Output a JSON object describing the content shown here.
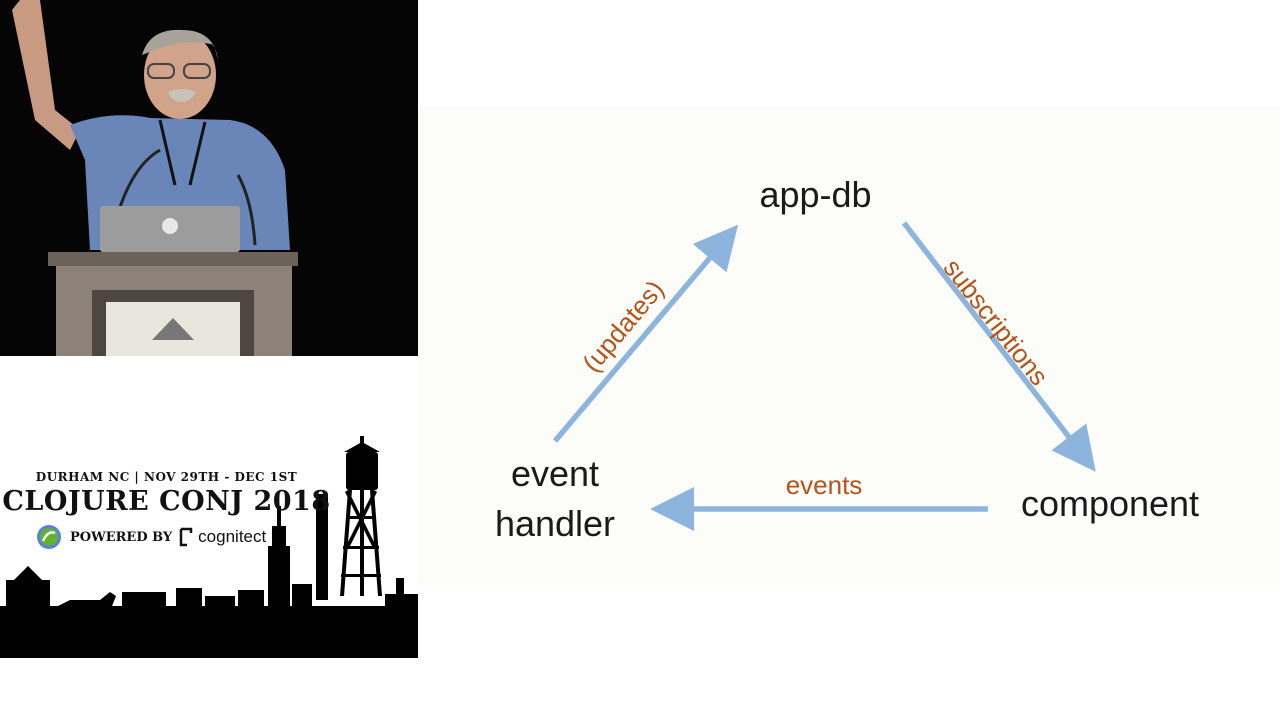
{
  "branding": {
    "date_line": "DURHAM NC | NOV 29TH - DEC 1ST",
    "title": "CLOJURE CONJ 2018",
    "powered_by": "POWERED BY",
    "sponsor": "cognitect"
  },
  "diagram": {
    "nodes": {
      "app_db": "app-db",
      "component": "component",
      "event_handler_line1": "event",
      "event_handler_line2": "handler"
    },
    "edges": {
      "subscriptions": "subscriptions",
      "events": "events",
      "updates": "(updates)"
    },
    "colors": {
      "arrow": "#8db4dd",
      "edge_label": "#b5541a",
      "node_text": "#1a1a1a"
    }
  }
}
